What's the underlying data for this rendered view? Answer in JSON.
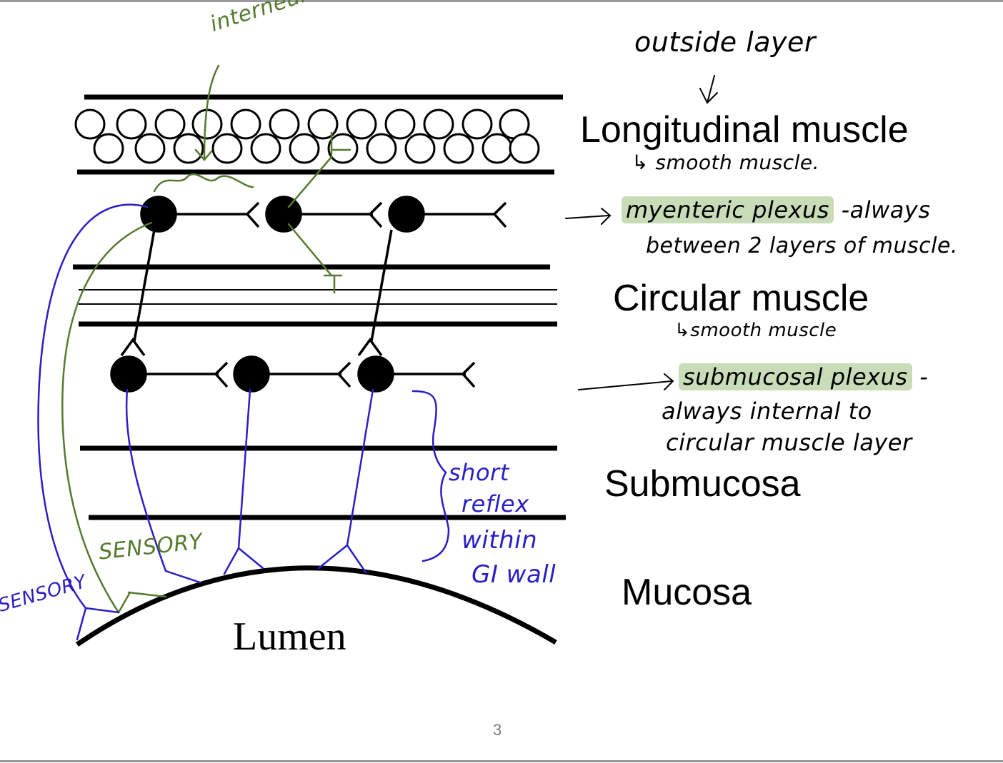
{
  "layers": {
    "longitudinal": "Longitudinal muscle",
    "circular": "Circular muscle",
    "submucosa": "Submucosa",
    "mucosa": "Mucosa",
    "lumen": "Lumen"
  },
  "annotations": {
    "outside_layer": "outside layer",
    "longitudinal_note": "↳ smooth muscle.",
    "myenteric_plexus": "myenteric plexus",
    "myenteric_rest": " -always",
    "myenteric_line2": "between 2 layers of muscle.",
    "circular_note": "↳smooth muscle",
    "submucosal_plexus": "submucosal plexus",
    "submucosal_rest": " -",
    "submucosal_line2": "always internal to",
    "submucosal_line3": "circular muscle layer",
    "interneurons": "interneurons",
    "sensory_1": "SENSORY",
    "sensory_2": "SENSORY",
    "short_reflex_1": "short",
    "short_reflex_2": "reflex",
    "short_reflex_3": "within",
    "short_reflex_4": "GI wall"
  },
  "page_number": "3",
  "colors": {
    "ink_black": "#000000",
    "ink_green": "#557a2e",
    "ink_blue": "#2a1fc4",
    "highlight": "#c8dcb8"
  }
}
